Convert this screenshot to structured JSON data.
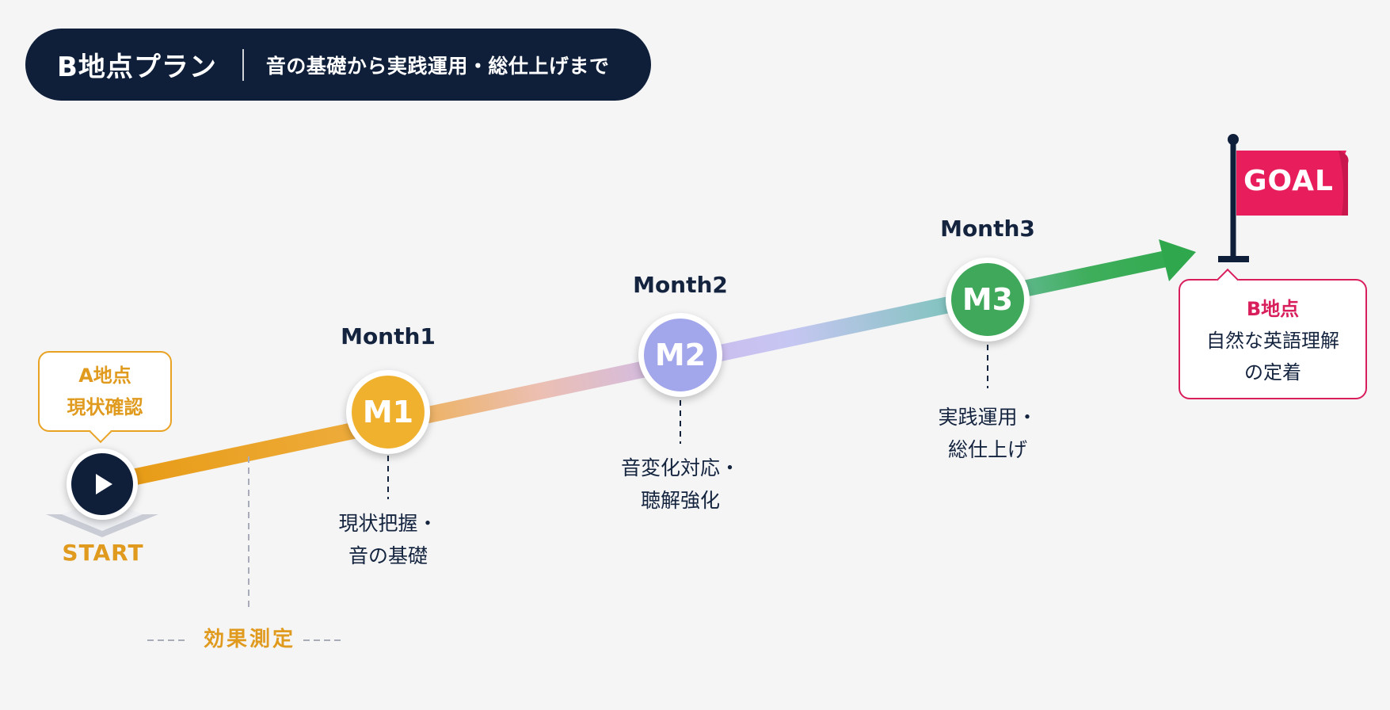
{
  "header": {
    "title": "B地点プラン",
    "subtitle": "音の基礎から実践運用・総仕上げまで"
  },
  "start": {
    "callout_title": "A地点",
    "callout_text": "現状確認",
    "label": "START"
  },
  "measure": {
    "label": "効果測定"
  },
  "milestones": [
    {
      "month": "Month1",
      "badge": "M1",
      "desc_lines": [
        "現状把握・",
        "音の基礎"
      ],
      "color": "#f0b12f"
    },
    {
      "month": "Month2",
      "badge": "M2",
      "desc_lines": [
        "音変化対応・",
        "聴解強化"
      ],
      "color": "#a2a6ea"
    },
    {
      "month": "Month3",
      "badge": "M3",
      "desc_lines": [
        "実践運用・",
        "総仕上げ"
      ],
      "color": "#3fa85a"
    }
  ],
  "goal": {
    "flag_text": "GOAL",
    "callout_title": "B地点",
    "callout_lines": [
      "自然な英語理解",
      "の定着"
    ]
  },
  "colors": {
    "navy": "#0f1f3a",
    "orange": "#e9a324",
    "pink": "#d81f5c",
    "lavender": "#c7c3f2",
    "teal": "#7fc3bd",
    "green": "#3fa85a"
  }
}
